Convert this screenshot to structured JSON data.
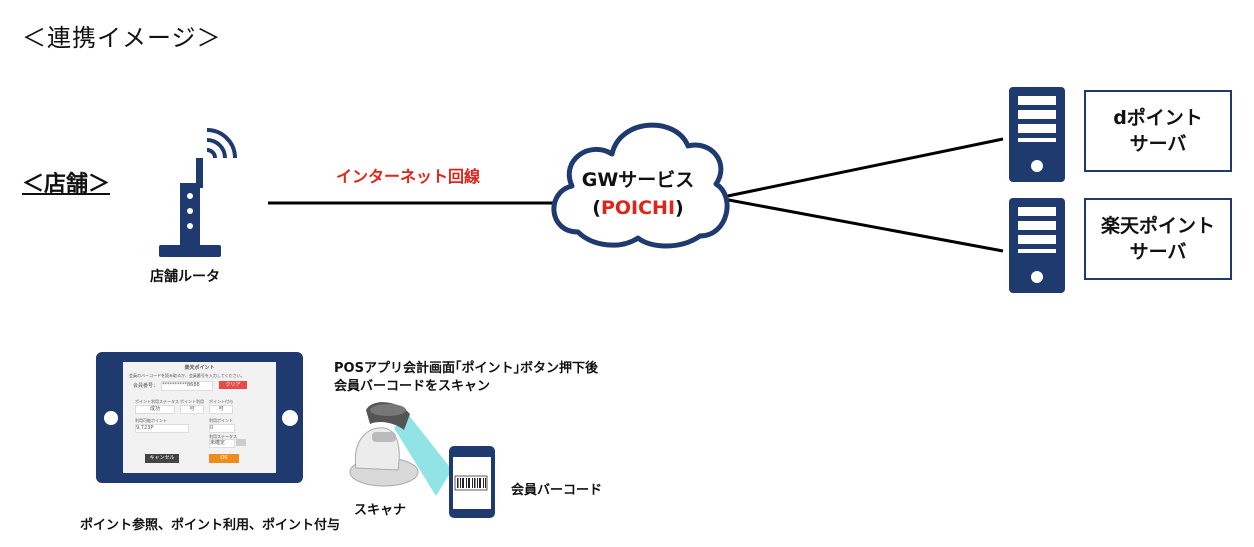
{
  "heading": "＜連携イメージ＞",
  "store_label": "＜店舗＞",
  "router_label": "店舗ルータ",
  "connection_label": "インターネット回線",
  "cloud": {
    "line1": "GWサービス",
    "line2_open": "(",
    "line2_brand": "POICHI",
    "line2_close": ")"
  },
  "servers": [
    {
      "line1": "dポイント",
      "line2": "サーバ"
    },
    {
      "line1": "楽天ポイント",
      "line2": "サーバ"
    }
  ],
  "pos_caption": {
    "line1": "POSアプリ会計画面｢ポイント｣ボタン押下後",
    "line2": "会員バーコードをスキャン"
  },
  "tablet_caption": "ポイント参照、ポイント利用、ポイント付与",
  "scanner_label": "スキャナ",
  "barcode_label": "会員バーコード",
  "tablet_screen": {
    "title": "楽天ポイント",
    "instruction": "会員のバーコードを読み取るか、会員番号を入力してください。",
    "member_no_label": "会員番号：",
    "member_no_value": "**********8688",
    "clear_button": "クリア",
    "status_label": "ポイント利用ステータス",
    "status_value": "成功",
    "possible_label": "ポイント利用",
    "possible_value": "可",
    "grant_label": "ポイント付与",
    "grant_value": "可",
    "balance_label": "利用可能ポイント",
    "balance_value": "9,723P",
    "use_label": "利用ポイント",
    "use_value": "0",
    "pay_label": "利用ステータス",
    "pay_value": "未確定",
    "cancel_button": "キャンセル",
    "ok_button": "OK"
  },
  "colors": {
    "navy": "#1f3a6e",
    "accent_red": "#e2231a",
    "scan_beam": "#7fdede"
  }
}
